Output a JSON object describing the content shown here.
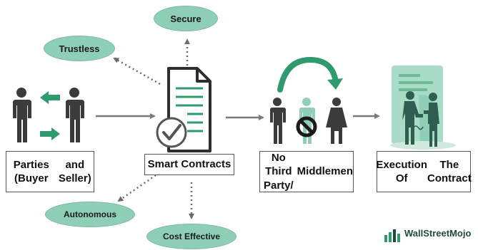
{
  "nodes": {
    "secure": "Secure",
    "trustless": "Trustless",
    "autonomous": "Autonomous",
    "cost_effective": "Cost Effective",
    "parties_line1": "Parties (Buyer",
    "parties_line2": "and Seller)",
    "smart_contracts": "Smart Contracts",
    "third_party_line1": "No Third Party/",
    "third_party_line2": "Middlemen",
    "execution_line1": "Execution Of",
    "execution_line2": "The Contract"
  },
  "brand": {
    "name": "WallStreetMojo"
  },
  "colors": {
    "ellipse_fill": "#8fcfb8",
    "accent_green": "#2e9a6e",
    "dark_gray": "#3b3b3b",
    "arrow_gray": "#7a7a7a"
  }
}
